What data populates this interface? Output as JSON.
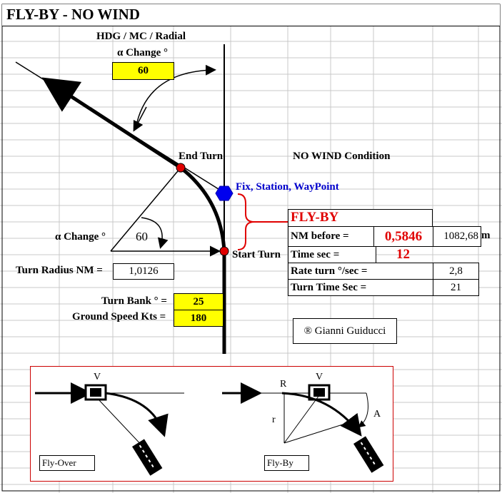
{
  "title": "FLY-BY  -  NO WIND",
  "diagram": {
    "heading_label": "HDG / MC / Radial",
    "alpha_change_label": "α Change °",
    "alpha_change_value": "60",
    "end_turn_label": "End Turn",
    "fix_label": "Fix, Station, WayPoint",
    "start_turn_label": "Start Turn",
    "angle_label": "α Change °",
    "angle_value": "60",
    "condition_label": "NO WIND Condition"
  },
  "inputs": {
    "turn_radius_label": "Turn Radius NM =",
    "turn_radius_value": "1,0126",
    "turn_bank_label": "Turn Bank ° =",
    "turn_bank_value": "25",
    "ground_speed_label": "Ground Speed Kts =",
    "ground_speed_value": "180"
  },
  "results": {
    "heading": "FLY-BY",
    "nm_before_label": "NM before =",
    "nm_before_value": "0,5846",
    "nm_before_meters": "1082,68",
    "meters_unit": "m",
    "time_sec_label": "Time sec =",
    "time_sec_value": "12",
    "rate_turn_label": "Rate turn °/sec =",
    "rate_turn_value": "2,8",
    "turn_time_label": "Turn Time Sec =",
    "turn_time_value": "21"
  },
  "credit": "®  Gianni Guiducci",
  "illustrations": {
    "left_v": "V",
    "left_caption": "Fly-Over",
    "right_r": "R",
    "right_v": "V",
    "right_small_r": "r",
    "right_a": "A",
    "right_caption": "Fly-By"
  },
  "colors": {
    "yellow_input": "#ffff00",
    "result_red": "#e00000",
    "fix_blue": "#0000cc",
    "grid": "#c8c8c8"
  }
}
